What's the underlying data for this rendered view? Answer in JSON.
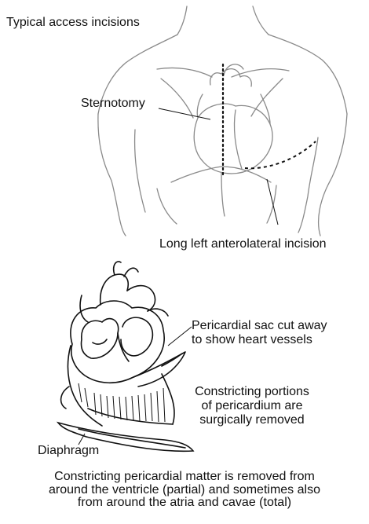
{
  "labels": {
    "title": "Typical access incisions",
    "sternotomy": "Sternotomy",
    "anterolateral": "Long left anterolateral incision",
    "sac_cut": [
      "Pericardial sac cut away",
      "to show heart vessels"
    ],
    "constricting": [
      "Constricting portions",
      "of pericardium are",
      "surgically removed"
    ],
    "diaphragm": "Diaphragm"
  },
  "caption": [
    "Constricting pericardial matter is removed from",
    "around the ventricle (partial) and sometimes also",
    "from around the atria and cavae (total)"
  ],
  "illustrations": {
    "torso": "torso-outline-with-heart",
    "heart": "heart-with-pericardium-cut-away"
  },
  "colors": {
    "ink": "#111111",
    "light_ink": "#8a8a8a"
  }
}
